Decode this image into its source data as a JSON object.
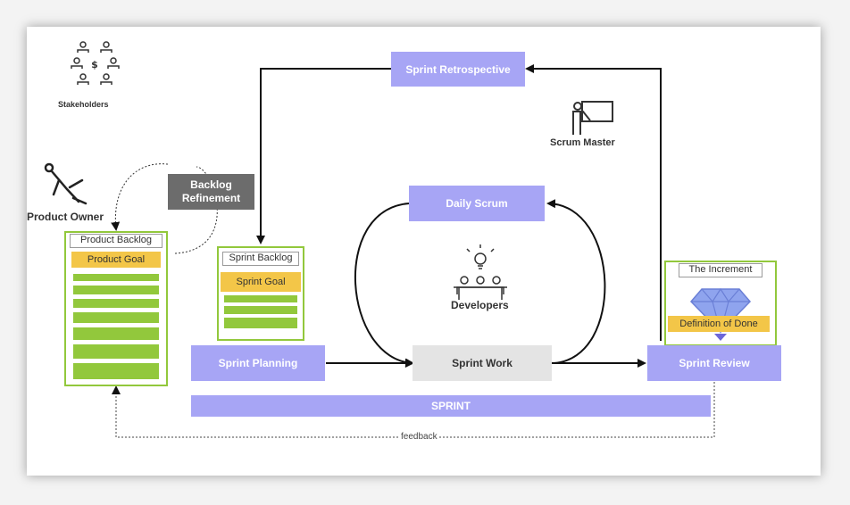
{
  "stakeholders_label": "Stakeholders",
  "product_owner_label": "Product Owner",
  "scrum_master_label": "Scrum Master",
  "developers_label": "Developers",
  "sprint_retrospective": "Sprint Retrospective",
  "backlog_refinement": "Backlog Refinement",
  "daily_scrum": "Daily Scrum",
  "product_backlog": {
    "title": "Product Backlog",
    "goal": "Product Goal"
  },
  "sprint_backlog": {
    "title": "Sprint Backlog",
    "goal": "Sprint Goal"
  },
  "sprint_planning": "Sprint Planning",
  "sprint_work": "Sprint Work",
  "sprint_review": "Sprint Review",
  "increment": {
    "title": "The Increment",
    "definition": "Definition of Done"
  },
  "sprint": "SPRINT",
  "feedback": "feedback",
  "colors": {
    "purple": "#a7a5f5",
    "green": "#92c83c",
    "yellow": "#f3c648",
    "dark_gray": "#6c6c6c",
    "light_gray": "#e4e4e4"
  }
}
